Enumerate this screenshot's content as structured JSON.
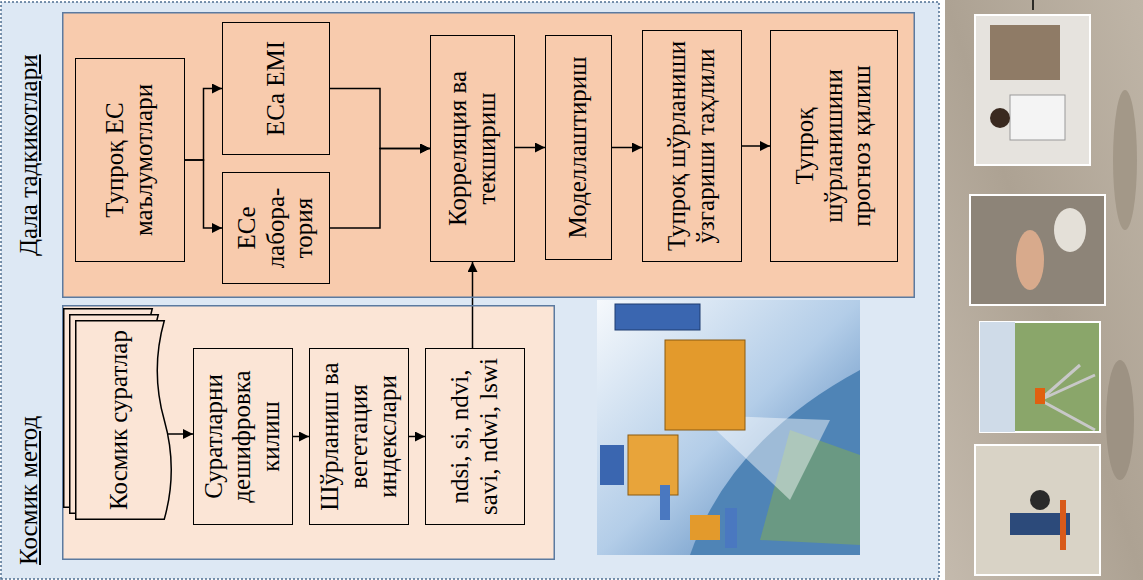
{
  "diagram": {
    "nodes": [
      {
        "text": [
          "Космик метод"
        ]
      },
      {
        "text": [
          "Космик суратлар"
        ],
        "in": 0
      },
      {
        "text": [
          "Суратларни дешифровка килиш"
        ],
        "in": 0
      },
      {
        "text": [
          "Шўрланиш ва вегетация индекслари"
        ],
        "in": 0
      },
      {
        "text": [
          "ndsi, si, ndvi, savi, ndwi, lswi"
        ],
        "in": 0
      },
      {
        "text": [
          "Дала тадкикотлари"
        ]
      },
      {
        "text": [
          "Тупроқ EC маълумотлари"
        ],
        "in": 5
      },
      {
        "text": [
          "ECa EMI"
        ],
        "in": 5
      },
      {
        "text": [
          "ECe лабора-тория"
        ],
        "in": 5
      },
      {
        "text": [
          "Корреляция ва текшириш"
        ],
        "in": 5
      },
      {
        "text": [
          "Моделлаштириш"
        ],
        "in": 5
      },
      {
        "text": [
          "Тупроқ шўрланиши ўзгариши таҳлили"
        ],
        "in": 5
      },
      {
        "text": [
          "Тупроқ шўрланишини прогноз қилиш"
        ],
        "in": 5
      }
    ],
    "edges": [
      {
        "from": 1,
        "to": 2,
        "arrow": "to"
      },
      {
        "from": 2,
        "to": 3,
        "arrow": "to"
      },
      {
        "from": 3,
        "to": 4,
        "arrow": "to"
      },
      {
        "from": 4,
        "to": 9,
        "arrow": "to"
      },
      {
        "from": 6,
        "to": 7,
        "arrow": "to"
      },
      {
        "from": 6,
        "to": 8,
        "arrow": "to"
      },
      {
        "from": 7,
        "to": 9,
        "arrow": "to"
      },
      {
        "from": 8,
        "to": 9,
        "arrow": "to"
      },
      {
        "from": 9,
        "to": 10,
        "arrow": "to"
      },
      {
        "from": 10,
        "to": 11,
        "arrow": "to"
      },
      {
        "from": 11,
        "to": 12,
        "arrow": "to"
      }
    ]
  }
}
